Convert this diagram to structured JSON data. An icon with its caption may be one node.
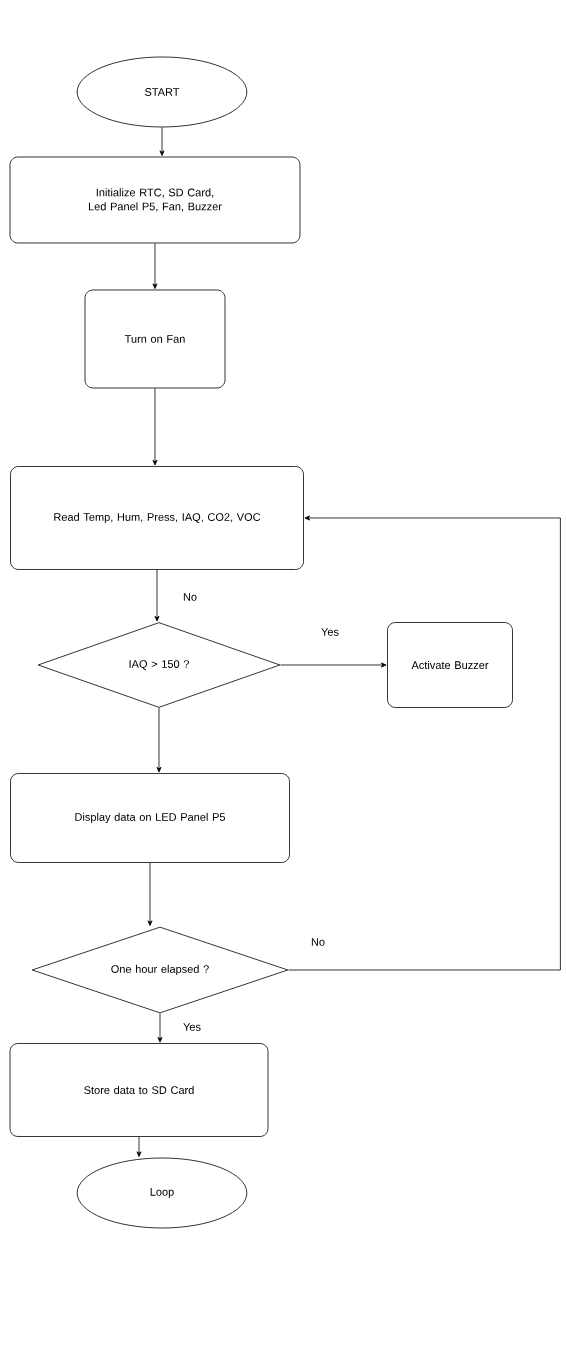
{
  "diagram": {
    "nodes": [
      {
        "text": [
          "START"
        ]
      },
      {
        "text": [
          "Initialize RTC, SD Card, Led Panel P5, Fan, Buzzer"
        ]
      },
      {
        "text": [
          "Turn on Fan"
        ]
      },
      {
        "text": [
          "Read Temp, Hum, Press, IAQ, CO2, VOC"
        ]
      },
      {
        "text": [
          "IAQ > 150 ?"
        ]
      },
      {
        "text": [
          "Activate Buzzer"
        ]
      },
      {
        "text": [
          "Display data on LED Panel P5"
        ]
      },
      {
        "text": [
          "One hour elapsed ?"
        ]
      },
      {
        "text": [
          "Store data to SD Card"
        ]
      },
      {
        "text": [
          "Loop"
        ]
      }
    ],
    "edges": [
      {
        "from": 0,
        "to": 1,
        "arrow": "to"
      },
      {
        "from": 1,
        "to": 2,
        "arrow": "to"
      },
      {
        "from": 2,
        "to": 3,
        "arrow": "to"
      },
      {
        "from": 3,
        "to": 4,
        "arrow": "to",
        "label": "No"
      },
      {
        "from": 4,
        "to": 5,
        "arrow": "to",
        "label": "Yes"
      },
      {
        "from": 4,
        "to": 6,
        "arrow": "to"
      },
      {
        "from": 6,
        "to": 7,
        "arrow": "to"
      },
      {
        "from": 7,
        "to": 3,
        "arrow": "to",
        "label": "No"
      },
      {
        "from": 7,
        "to": 8,
        "arrow": "to",
        "label": "Yes"
      },
      {
        "from": 8,
        "to": 9,
        "arrow": "to"
      }
    ]
  }
}
